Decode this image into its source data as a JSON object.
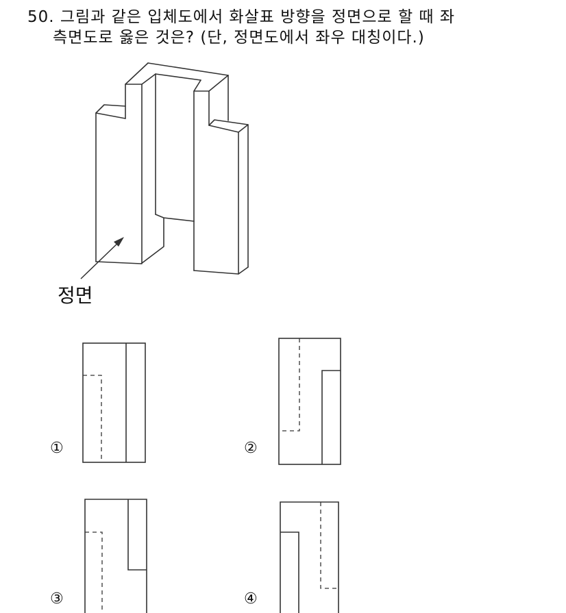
{
  "question": {
    "number": "50.",
    "line1": "그림과 같은 입체도에서 화살표 방향을 정면으로 할 때 좌",
    "line2": "측면도로 옳은 것은? (단, 정면도에서 좌우 대칭이다.)"
  },
  "figure": {
    "type": "isometric-drawing",
    "arrow_label": "정면"
  },
  "options": [
    {
      "number": "①",
      "description": "rectangle with solid vertical line right side; dashed L hidden line upper-left"
    },
    {
      "number": "②",
      "description": "rectangle with dashed L on upper-left; solid step on lower-right"
    },
    {
      "number": "③",
      "description": "rectangle with solid step on upper-right; dashed line left"
    },
    {
      "number": "④",
      "description": "rectangle with solid step on lower-left; dashed L on upper-right"
    }
  ],
  "colors": {
    "line": "#333333",
    "text": "#111111",
    "background": "#ffffff"
  }
}
